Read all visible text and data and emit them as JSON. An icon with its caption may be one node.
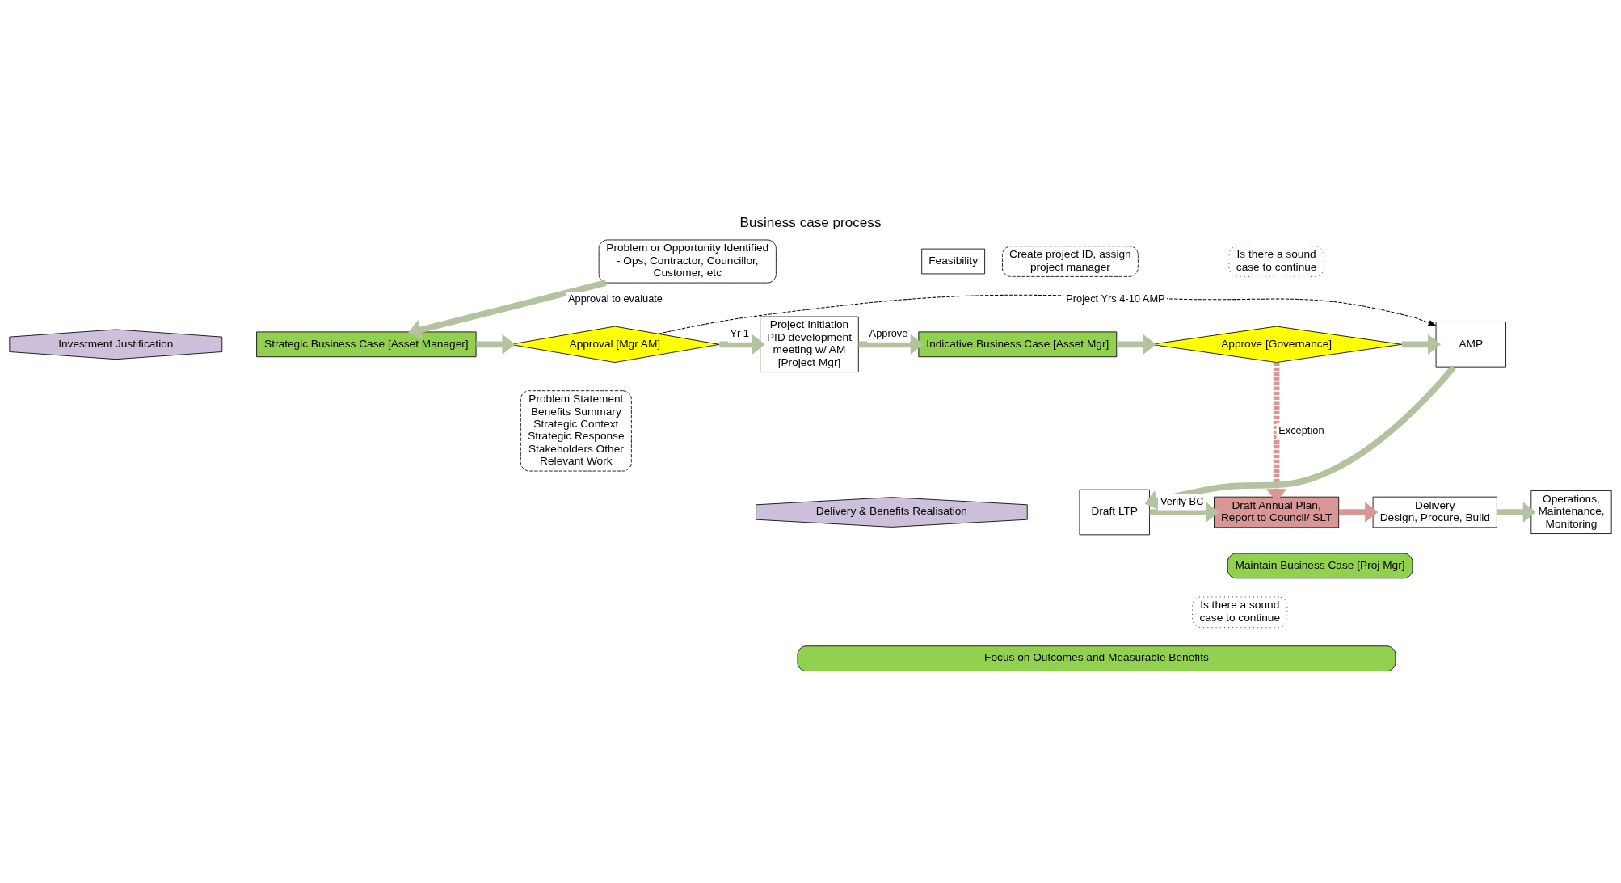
{
  "diagram": {
    "title": "Business case process",
    "nodes": [
      {
        "text": [
          "Problem or Opportunity Identified - Ops, Contractor, Councillor, Customer, etc"
        ]
      },
      {
        "text": [
          "Create project ID, assign project manager"
        ]
      },
      {
        "text": [
          "Strategic Business Case [Asset Manager]"
        ]
      },
      {
        "text": [
          "Problem Statement Benefits Summary Strategic Context Strategic Response Stakeholders Other Relevant Work"
        ]
      },
      {
        "text": [
          "Approval [Mgr AM]"
        ]
      },
      {
        "text": [
          "Project Initiation",
          "PID development meeting w/ AM [Project Mgr]"
        ]
      },
      {
        "text": [
          "Feasibility"
        ]
      },
      {
        "text": [
          "Indicative Business Case [Asset Mgr]"
        ]
      },
      {
        "text": [
          "Is there a sound case to continue"
        ]
      },
      {
        "text": [
          "Approve [Governance]"
        ]
      },
      {
        "text": [
          "AMP"
        ]
      },
      {
        "text": [
          "Draft LTP"
        ]
      },
      {
        "text": [
          "Draft Annual Plan, Report to Council/ SLT"
        ]
      },
      {
        "text": [
          "Delivery",
          "Design, Procure, Build"
        ]
      },
      {
        "text": [
          "Operations, Maintenance, Monitoring"
        ]
      },
      {
        "text": [
          "Maintain Business Case [Proj Mgr]"
        ]
      },
      {
        "text": [
          "Is there a sound case to continue"
        ]
      },
      {
        "text": [
          "Investment Justification"
        ]
      },
      {
        "text": [
          "Delivery & Benefits Realisation"
        ]
      },
      {
        "text": [
          "Focus on Outcomes and Measurable Benefits"
        ]
      }
    ],
    "edges": [
      {
        "from": 0,
        "to": 2,
        "arrow": "to",
        "label": "Approval to evaluate"
      },
      {
        "from": 2,
        "to": 4,
        "arrow": "to"
      },
      {
        "from": 4,
        "to": 5,
        "arrow": "to",
        "label": "Yr 1"
      },
      {
        "from": 5,
        "to": 7,
        "arrow": "to",
        "label": "Approve"
      },
      {
        "from": 7,
        "to": 9,
        "arrow": "to"
      },
      {
        "from": 9,
        "to": 10,
        "arrow": "to"
      },
      {
        "from": 4,
        "to": 10,
        "arrow": "to",
        "label": "Project Yrs 4-10 AMP",
        "style": "dashed",
        "color": "#000000"
      },
      {
        "from": 9,
        "to": 12,
        "arrow": "to",
        "label": "Exception",
        "style": "dashed",
        "color": "#d99694"
      },
      {
        "from": 10,
        "to": 11,
        "arrow": "to"
      },
      {
        "from": 11,
        "to": 12,
        "arrow": "to",
        "label": "Verify BC"
      },
      {
        "from": 12,
        "to": 13,
        "arrow": "to",
        "color": "#d99694"
      },
      {
        "from": 13,
        "to": 14,
        "arrow": "to"
      }
    ]
  }
}
